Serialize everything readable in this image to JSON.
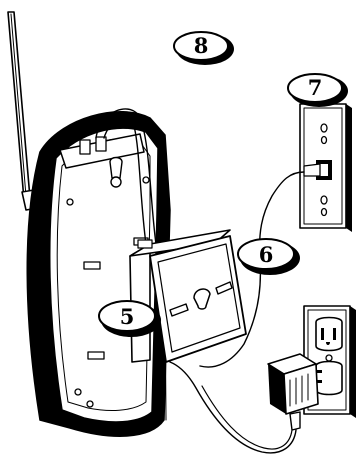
{
  "callouts": [
    {
      "id": "c8",
      "label": "8"
    },
    {
      "id": "c7",
      "label": "7"
    },
    {
      "id": "c6",
      "label": "6"
    },
    {
      "id": "c5",
      "label": "5"
    }
  ],
  "colors": {
    "line": "#000000",
    "paper": "#ffffff",
    "shadow": "#000000"
  },
  "icons": [
    "cordless-base-unit",
    "telephone-antenna",
    "wall-phone-jack",
    "plug-adapter",
    "wall-power-outlet",
    "ac-power-adapter",
    "telephone-line-cord",
    "power-cord"
  ]
}
